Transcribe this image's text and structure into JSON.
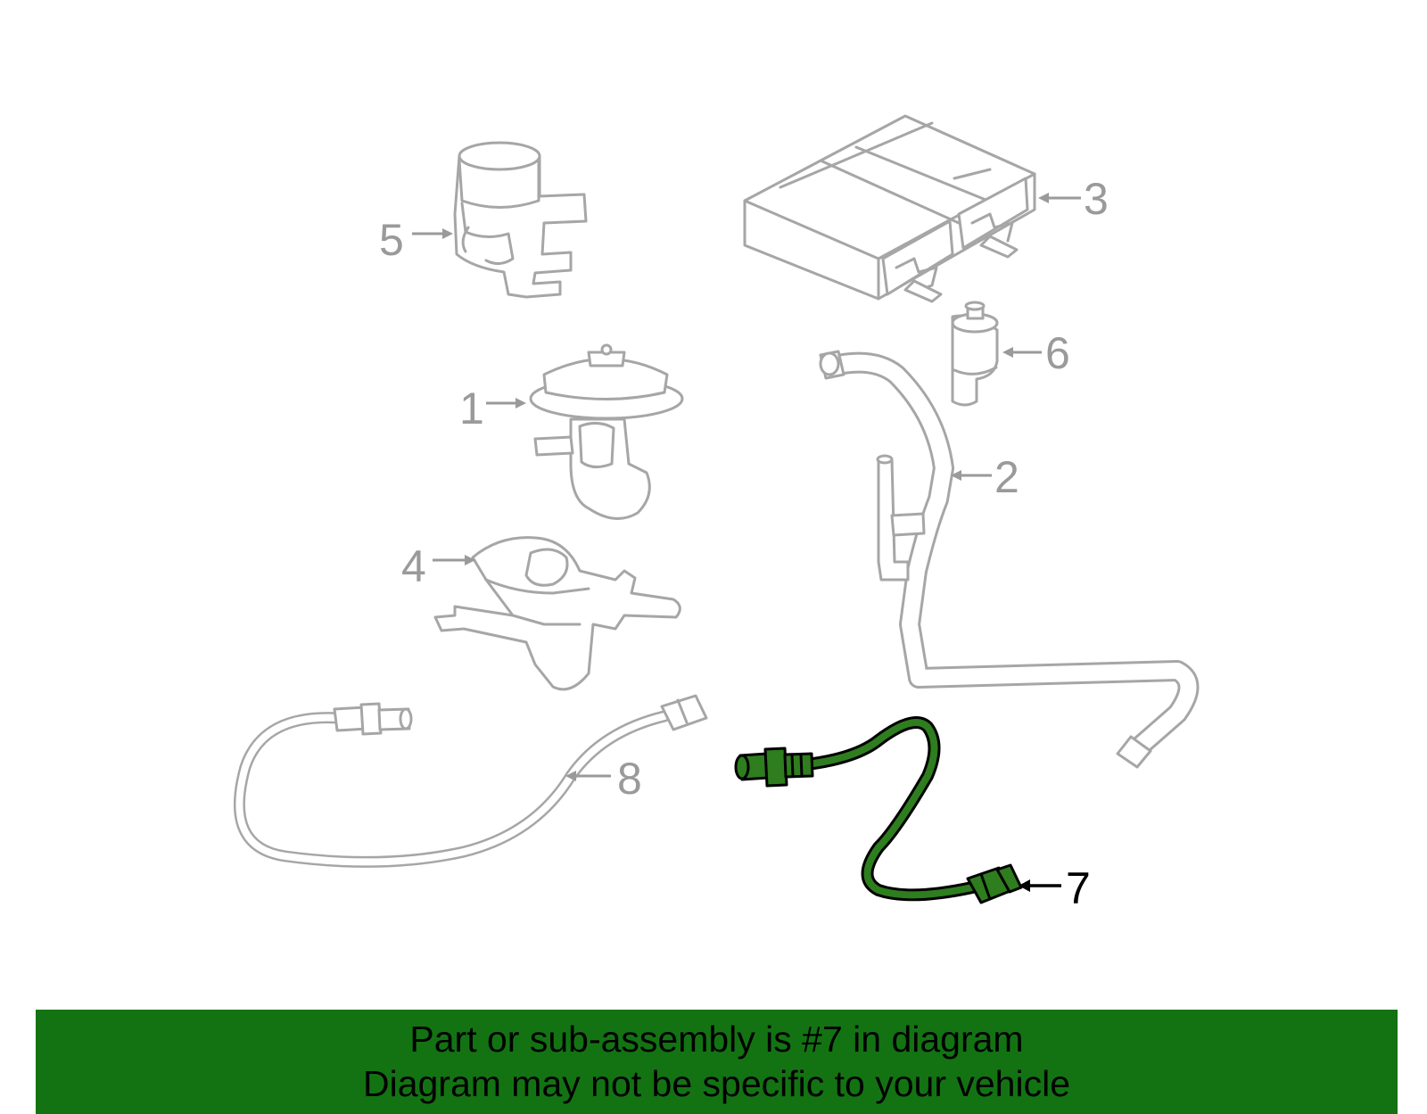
{
  "colors": {
    "banner_bg": "#137313",
    "highlight": "#2e7d1e",
    "part_outline": "#a6a6a6",
    "callout_text": "#9a9a9a"
  },
  "callouts": {
    "c1": "1",
    "c2": "2",
    "c3": "3",
    "c4": "4",
    "c5": "5",
    "c6": "6",
    "c7": "7",
    "c8": "8"
  },
  "highlighted_part": "7",
  "banner": {
    "line1": "Part or sub-assembly is #7 in diagram",
    "line2": "Diagram may not be specific to your vehicle"
  }
}
